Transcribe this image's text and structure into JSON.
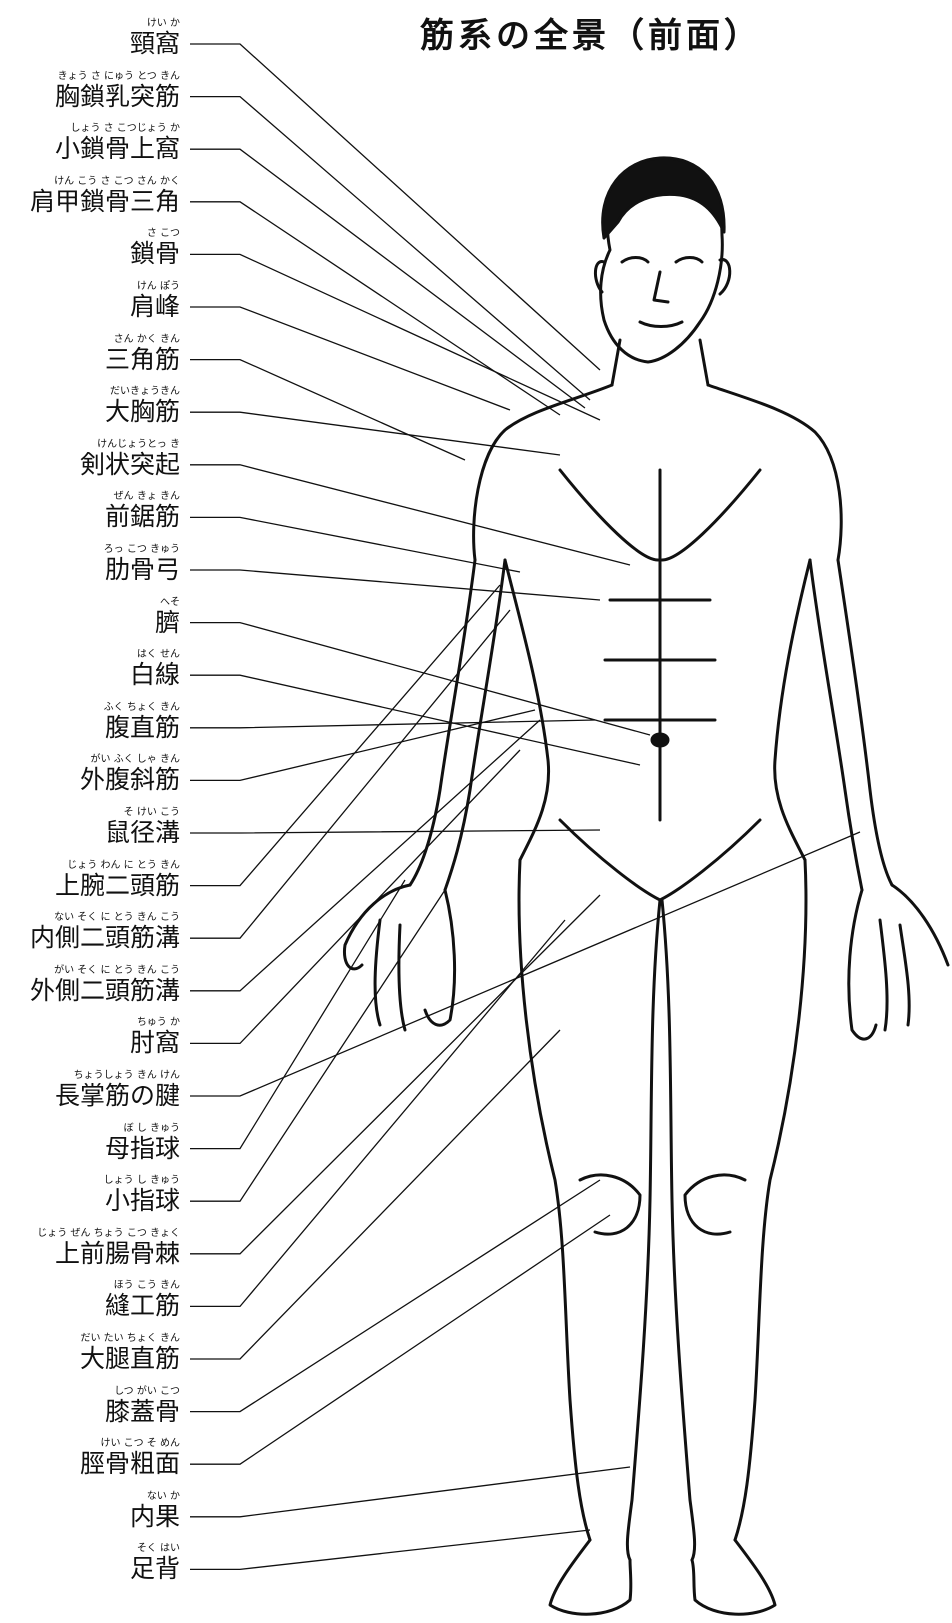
{
  "title": "筋系の全景（前面）",
  "labels": [
    {
      "term": "頸窩",
      "reading": "けい か"
    },
    {
      "term": "胸鎖乳突筋",
      "reading": "きょう さ にゅう とつ きん"
    },
    {
      "term": "小鎖骨上窩",
      "reading": "しょう さ こつじょう か"
    },
    {
      "term": "肩甲鎖骨三角",
      "reading": "けん こう さ こつ さん かく"
    },
    {
      "term": "鎖骨",
      "reading": "さ こつ"
    },
    {
      "term": "肩峰",
      "reading": "けん ぽう"
    },
    {
      "term": "三角筋",
      "reading": "さん かく きん"
    },
    {
      "term": "大胸筋",
      "reading": "だいきょうきん"
    },
    {
      "term": "剣状突起",
      "reading": "けんじょうとっ き"
    },
    {
      "term": "前鋸筋",
      "reading": "ぜん きょ きん"
    },
    {
      "term": "肋骨弓",
      "reading": "ろっ こつ きゅう"
    },
    {
      "term": "臍",
      "reading": "へそ"
    },
    {
      "term": "白線",
      "reading": "はく せん"
    },
    {
      "term": "腹直筋",
      "reading": "ふく ちょく きん"
    },
    {
      "term": "外腹斜筋",
      "reading": "がい ふく しゃ きん"
    },
    {
      "term": "鼠径溝",
      "reading": "そ けい こう"
    },
    {
      "term": "上腕二頭筋",
      "reading": "じょう わん に とう きん"
    },
    {
      "term": "内側二頭筋溝",
      "reading": "ない そく に とう きん こう"
    },
    {
      "term": "外側二頭筋溝",
      "reading": "がい そく に とう きん こう"
    },
    {
      "term": "肘窩",
      "reading": "ちゅう か"
    },
    {
      "term": "長掌筋の腱",
      "reading": "ちょうしょう きん けん"
    },
    {
      "term": "母指球",
      "reading": "ぼ し きゅう"
    },
    {
      "term": "小指球",
      "reading": "しょう し きゅう"
    },
    {
      "term": "上前腸骨棘",
      "reading": "じょう ぜん ちょう こつ きょく"
    },
    {
      "term": "縫工筋",
      "reading": "ほう こう きん"
    },
    {
      "term": "大腿直筋",
      "reading": "だい たい ちょく きん"
    },
    {
      "term": "膝蓋骨",
      "reading": "しつ がい こつ"
    },
    {
      "term": "脛骨粗面",
      "reading": "けい こつ そ めん"
    },
    {
      "term": "内果",
      "reading": "ない か"
    },
    {
      "term": "足背",
      "reading": "そく はい"
    }
  ]
}
